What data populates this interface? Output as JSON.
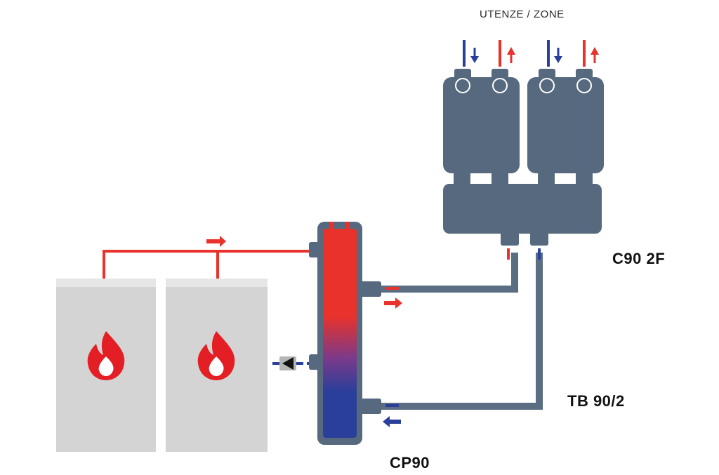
{
  "labels": {
    "zones": "UTENZE / ZONE",
    "manifold": "C90 2F",
    "pipe_kit": "TB 90/2",
    "separator": "CP90"
  },
  "colors": {
    "hot": "#e8322b",
    "cold": "#2a3f9a",
    "equipment": "#56697e",
    "boiler_body": "#d4d4d4",
    "boiler_top": "#e6e6e6",
    "pipe": "#5a6d82"
  },
  "icons": {
    "boiler_flame": "flame-icon",
    "flow_arrow": "arrow-icon",
    "check_valve": "check-valve-icon"
  }
}
